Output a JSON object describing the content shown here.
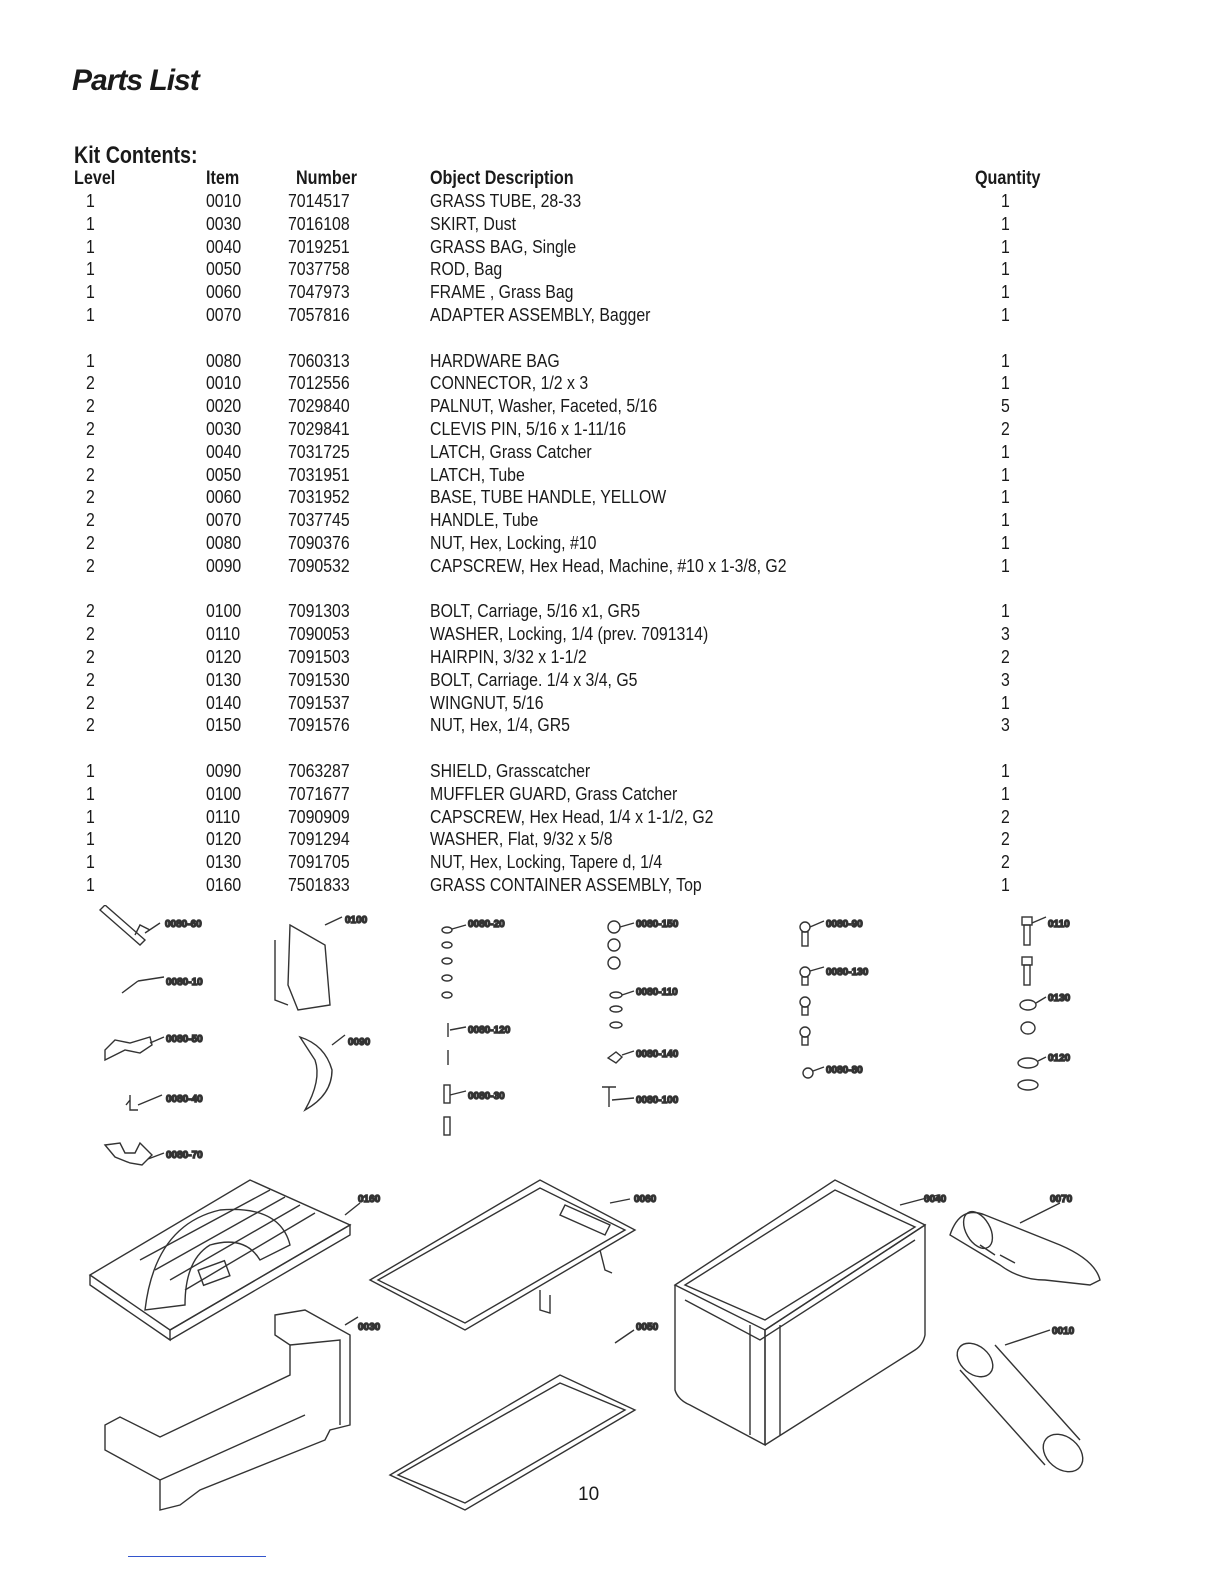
{
  "page": {
    "title": "Parts List",
    "kit_heading": "Kit Contents:",
    "page_number": "10"
  },
  "table": {
    "headers": {
      "level": "Level",
      "item": "Item",
      "number": "Number",
      "description": "Object Description",
      "quantity": "Quantity"
    },
    "rows": [
      {
        "level": "1",
        "item": "0010",
        "number": "7014517",
        "description": "GRASS TUBE, 28-33",
        "quantity": "1"
      },
      {
        "level": "1",
        "item": "0030",
        "number": "7016108",
        "description": "SKIRT, Dust",
        "quantity": "1"
      },
      {
        "level": "1",
        "item": "0040",
        "number": "7019251",
        "description": "GRASS BAG, Single",
        "quantity": "1"
      },
      {
        "level": "1",
        "item": "0050",
        "number": "7037758",
        "description": "ROD, Bag",
        "quantity": "1"
      },
      {
        "level": "1",
        "item": "0060",
        "number": "7047973",
        "description": "FRAME , Grass Bag",
        "quantity": "1"
      },
      {
        "level": "1",
        "item": "0070",
        "number": "7057816",
        "description": "ADAPTER ASSEMBLY, Bagger",
        "quantity": "1"
      },
      {
        "level": "1",
        "item": "0080",
        "number": "7060313",
        "description": "HARDWARE BAG",
        "quantity": "1"
      },
      {
        "level": "2",
        "item": "0010",
        "number": "7012556",
        "description": "CONNECTOR, 1/2 x 3",
        "quantity": "1"
      },
      {
        "level": "2",
        "item": "0020",
        "number": "7029840",
        "description": "PALNUT, Washer, Faceted, 5/16",
        "quantity": "5"
      },
      {
        "level": "2",
        "item": "0030",
        "number": "7029841",
        "description": "CLEVIS PIN, 5/16 x 1-11/16",
        "quantity": "2"
      },
      {
        "level": "2",
        "item": "0040",
        "number": "7031725",
        "description": "LATCH, Grass Catcher",
        "quantity": "1"
      },
      {
        "level": "2",
        "item": "0050",
        "number": "7031951",
        "description": "LATCH, Tube",
        "quantity": "1"
      },
      {
        "level": "2",
        "item": "0060",
        "number": "7031952",
        "description": "BASE, TUBE HANDLE, YELLOW",
        "quantity": "1"
      },
      {
        "level": "2",
        "item": "0070",
        "number": "7037745",
        "description": "HANDLE, Tube",
        "quantity": "1"
      },
      {
        "level": "2",
        "item": "0080",
        "number": "7090376",
        "description": "NUT, Hex, Locking, #10",
        "quantity": "1"
      },
      {
        "level": "2",
        "item": "0090",
        "number": "7090532",
        "description": "CAPSCREW, Hex Head, Machine, #10 x 1-3/8, G2",
        "quantity": "1"
      },
      {
        "level": "2",
        "item": "0100",
        "number": "7091303",
        "description": "BOLT, Carriage, 5/16 x1, GR5",
        "quantity": "1"
      },
      {
        "level": "2",
        "item": "0110",
        "number": "7090053",
        "description": "WASHER, Locking, 1/4 (prev. 7091314)",
        "quantity": "3"
      },
      {
        "level": "2",
        "item": "0120",
        "number": "7091503",
        "description": "HAIRPIN, 3/32 x 1-1/2",
        "quantity": "2"
      },
      {
        "level": "2",
        "item": "0130",
        "number": "7091530",
        "description": "BOLT, Carriage. 1/4 x 3/4, G5",
        "quantity": "3"
      },
      {
        "level": "2",
        "item": "0140",
        "number": "7091537",
        "description": "WINGNUT, 5/16",
        "quantity": "1"
      },
      {
        "level": "2",
        "item": "0150",
        "number": "7091576",
        "description": "NUT, Hex, 1/4, GR5",
        "quantity": "3"
      },
      {
        "level": "1",
        "item": "0090",
        "number": "7063287",
        "description": "SHIELD, Grasscatcher",
        "quantity": "1"
      },
      {
        "level": "1",
        "item": "0100",
        "number": "7071677",
        "description": "MUFFLER GUARD, Grass Catcher",
        "quantity": "1"
      },
      {
        "level": "1",
        "item": "0110",
        "number": "7090909",
        "description": "CAPSCREW, Hex Head, 1/4 x 1-1/2, G2",
        "quantity": "2"
      },
      {
        "level": "1",
        "item": "0120",
        "number": "7091294",
        "description": "WASHER, Flat, 9/32 x 5/8",
        "quantity": "2"
      },
      {
        "level": "1",
        "item": "0130",
        "number": "7091705",
        "description": "NUT, Hex, Locking, Tapere d, 1/4",
        "quantity": "2"
      },
      {
        "level": "1",
        "item": "0160",
        "number": "7501833",
        "description": "GRASS CONTAINER ASSEMBLY, Top",
        "quantity": "1"
      }
    ]
  },
  "diagram": {
    "callouts": {
      "c0080_60": "0080-60",
      "c0080_10": "0080-10",
      "c0080_50": "0080-50",
      "c0080_40": "0080-40",
      "c0080_70": "0080-70",
      "c0100": "0100",
      "c0090": "0090",
      "c0080_20": "0080-20",
      "c0080_120": "0080-120",
      "c0080_30": "0080-30",
      "c0080_150": "0080-150",
      "c0080_110": "0080-110",
      "c0080_140": "0080-140",
      "c0080_100": "0080-100",
      "c0080_90": "0080-90",
      "c0080_130": "0080-130",
      "c0080_80": "0080-80",
      "c0110": "0110",
      "c0130": "0130",
      "c0120": "0120",
      "c0160": "0160",
      "c0060": "0060",
      "c0040": "0040",
      "c0070": "0070",
      "c0030": "0030",
      "c0050": "0050",
      "c0010": "0010"
    }
  }
}
